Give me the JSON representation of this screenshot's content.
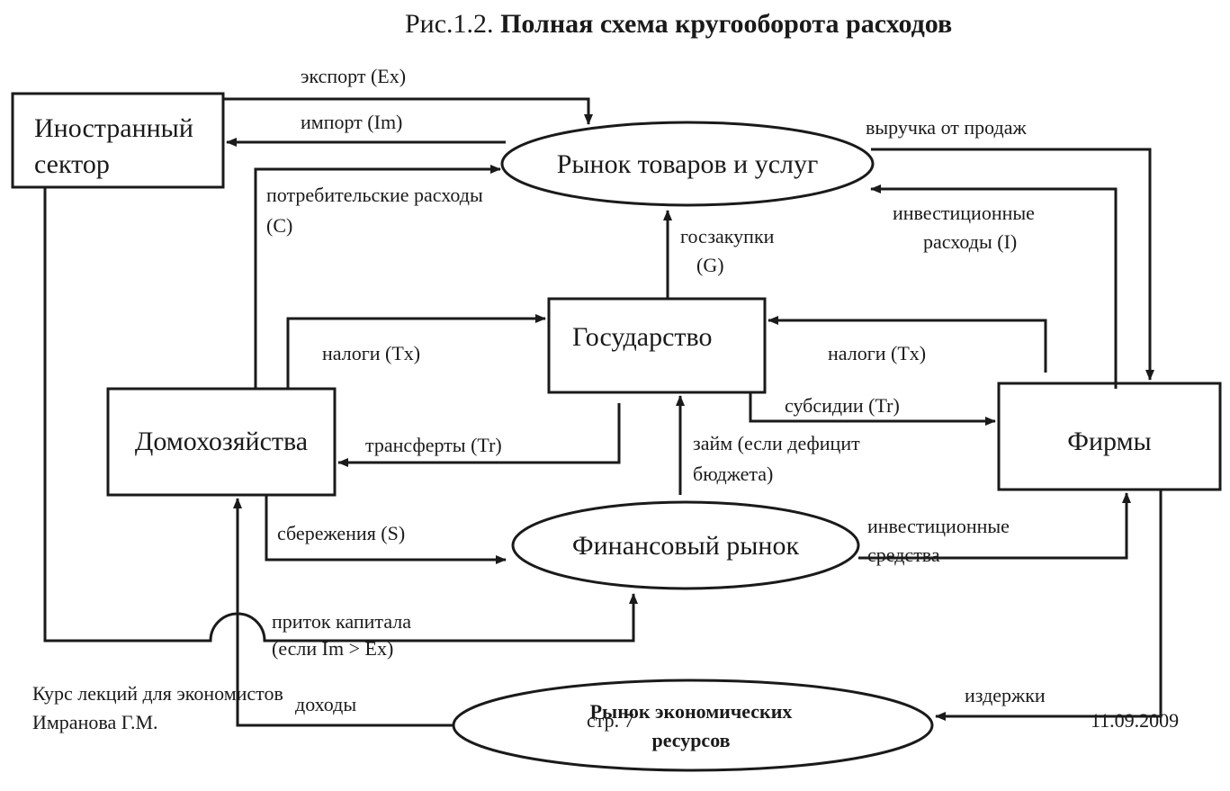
{
  "title": {
    "prefix": "Рис.1.2.",
    "bold": " Полная схема кругооборота расходов"
  },
  "nodes": {
    "foreign_sector": [
      "Иностранный",
      "сектор"
    ],
    "goods_market": "Рынок товаров и услуг",
    "government": "Государство",
    "households": "Домохозяйства",
    "firms": "Фирмы",
    "financial_market": "Финансовый рынок",
    "resource_market": [
      "Рынок экономических",
      "ресурсов"
    ]
  },
  "flows": {
    "export": "экспорт (Ex)",
    "import": "импорт (Im)",
    "sales_revenue": "выручка от продаж",
    "consumer_spending": [
      "потребительские расходы",
      "(C)"
    ],
    "investment_spending": [
      "инвестиционные",
      "расходы (I)"
    ],
    "gov_purchases": [
      "госзакупки",
      "(G)"
    ],
    "taxes_households": "налоги (Tx)",
    "taxes_firms": "налоги (Tx)",
    "subsidies": "субсидии (Tr)",
    "transfers": "трансферты (Tr)",
    "loan": [
      "займ (если дефицит",
      "бюджета)"
    ],
    "savings": "сбережения (S)",
    "investment_funds": [
      "инвестиционные",
      "средства"
    ],
    "capital_inflow": [
      "приток капитала",
      "(если Im > Ex)"
    ],
    "costs": "издержки",
    "incomes": "доходы"
  },
  "footer": {
    "course": "Курс лекций для экономистов",
    "author": "Имранова Г.М.",
    "page": "стр. 7",
    "date": "11.09.2009"
  }
}
